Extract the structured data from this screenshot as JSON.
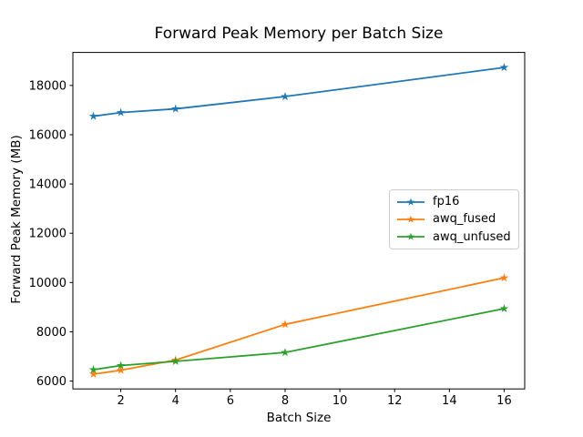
{
  "chart_data": {
    "type": "line",
    "title": "Forward Peak Memory per Batch Size",
    "xlabel": "Batch Size",
    "ylabel": "Forward Peak Memory (MB)",
    "x": [
      1,
      2,
      4,
      8,
      16
    ],
    "series": [
      {
        "name": "fp16",
        "color": "#1f77b4",
        "values": [
          16750,
          16900,
          17050,
          17550,
          18730
        ]
      },
      {
        "name": "awq_fused",
        "color": "#ff7f0e",
        "values": [
          6280,
          6440,
          6850,
          8300,
          10190
        ]
      },
      {
        "name": "awq_unfused",
        "color": "#2ca02c",
        "values": [
          6460,
          6630,
          6800,
          7160,
          8940
        ]
      }
    ],
    "marker": "star",
    "xticks": [
      2,
      4,
      6,
      8,
      10,
      12,
      14,
      16
    ],
    "yticks": [
      6000,
      8000,
      10000,
      12000,
      14000,
      16000,
      18000
    ],
    "xlim": [
      0.25,
      16.75
    ],
    "ylim": [
      5680,
      19340
    ],
    "grid": false,
    "legend_position": "center right",
    "axis_color": "#000000",
    "background_color": "#ffffff"
  }
}
